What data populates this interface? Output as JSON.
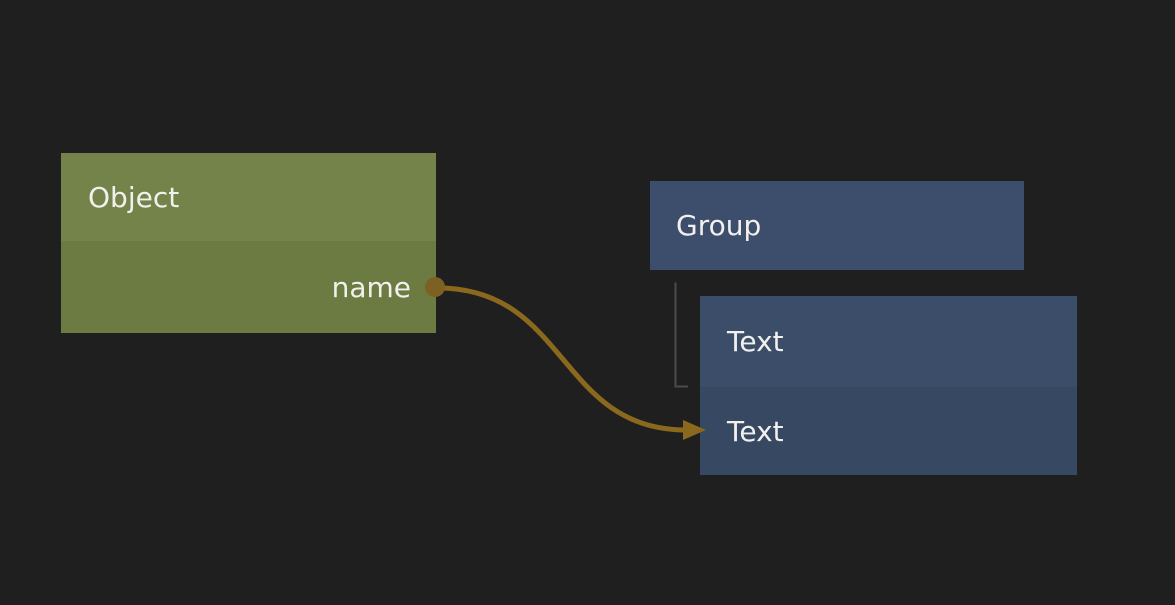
{
  "canvas": {
    "background_color": "#1f1f20"
  },
  "nodes": {
    "object": {
      "title": "Object",
      "header_color": "#748349",
      "body_color": "#6b7b41",
      "text_color": "#f1f0ed",
      "outputs": [
        {
          "label": "name",
          "port_color": "#7d6122"
        }
      ]
    },
    "group": {
      "title": "Group",
      "header_color": "#3c4e6b",
      "text_color": "#f1f0ed"
    },
    "text": {
      "title": "Text",
      "header_color": "#3b4d69",
      "body_color": "#374862",
      "text_color": "#f1f0ed",
      "rows": [
        {
          "label": "Text"
        }
      ]
    }
  },
  "edge": {
    "from_node": "Object",
    "from_port": "name",
    "to_node": "Text",
    "color": "#8a691e"
  },
  "tree_connector": {
    "color": "#4b4b4b"
  }
}
